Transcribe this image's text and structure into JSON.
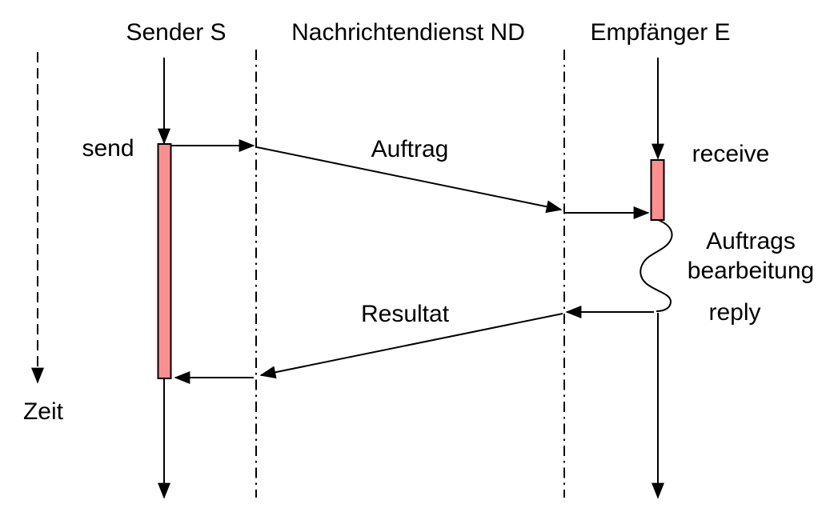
{
  "diagram": {
    "participants": [
      {
        "id": "sender",
        "label": "Sender S"
      },
      {
        "id": "nachrichtendienst",
        "label": "Nachrichtendienst ND"
      },
      {
        "id": "empfaenger",
        "label": "Empfänger E"
      }
    ],
    "messages": [
      {
        "id": "auftrag",
        "label": "Auftrag",
        "from": "sender",
        "to": "empfaenger"
      },
      {
        "id": "resultat",
        "label": "Resultat",
        "from": "empfaenger",
        "to": "sender"
      }
    ],
    "events": {
      "send": "send",
      "receive": "receive",
      "reply": "reply"
    },
    "processing": {
      "line1": "Auftrags",
      "line2": "bearbeitung"
    },
    "time_axis": {
      "label": "Zeit"
    },
    "colors": {
      "activation_fill": "#FB8F8F",
      "line": "#000000",
      "background": "#FFFFFF"
    }
  }
}
